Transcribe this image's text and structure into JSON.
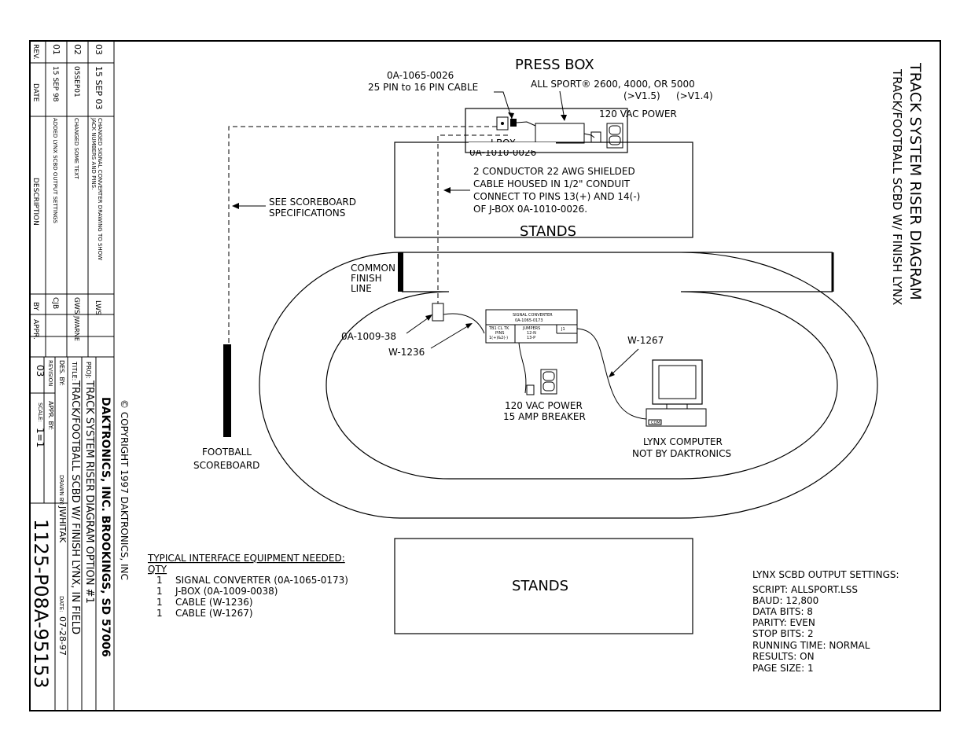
{
  "title_block": {
    "title": "TRACK SYSTEM RISER DIAGRAM",
    "subtitle": "TRACK/FOOTBALL SCBD W/ FINISH LYNX"
  },
  "revisions": {
    "headers": {
      "rev": "REV.",
      "date": "DATE",
      "description": "DESCRIPTION",
      "by": "BY",
      "appr": "APPR."
    },
    "rows": [
      {
        "rev": "03",
        "date": "15 SEP 03",
        "description": "CHANGED SIGNAL CONVERTER DRAWING TO SHOW",
        "description2": "JACK NUMBERS AND PINS.",
        "by": "LWS",
        "appr": ""
      },
      {
        "rev": "02",
        "date": "05SEP01",
        "description": "CHANGED SOME TEXT",
        "description2": "",
        "by": "GWS",
        "appr": "JWARNE"
      },
      {
        "rev": "01",
        "date": "15 SEP 98",
        "description": "ADDED LYNX SCBD OUTPUT SETTINGS",
        "description2": "",
        "by": "CJB",
        "appr": ""
      }
    ]
  },
  "company_block": {
    "company": "DAKTRONICS, INC.  BROOKINGS, SD 57006",
    "proj_label": "PROJ:",
    "proj": "TRACK SYSTEM RISER DIAGRAM OPTION #1",
    "title_label": "TITLE:",
    "title": "TRACK/FOOTBALL SCBD W/ FINISH LYNX, IN FIELD",
    "des_label": "DES. BY:",
    "drawn_label": "DRAWN BY:",
    "drawn": "JWHITAK",
    "date_label": "DATE:",
    "date": "07-28-97",
    "revision_label": "REVISION",
    "revision": "03",
    "appr_label": "APPR. BY:",
    "scale_label": "SCALE:",
    "scale": "1=1",
    "drawing_number": "1125-P08A-95153",
    "copyright": "© COPYRIGHT 1997 DAKTRONICS, INC"
  },
  "labels": {
    "press_box": "PRESS BOX",
    "cable_part": "0A-1065-0026",
    "cable_desc": "25 PIN to 16 PIN CABLE",
    "allsport": "ALL SPORT® 2600, 4000, OR 5000",
    "ver1": "(>V1.5)",
    "ver2": "(>V1.4)",
    "power1": "120 VAC POWER",
    "jbox": "J-BOX",
    "jbox_part": "0A-1010-0026",
    "conductor_1": "2 CONDUCTOR 22 AWG SHIELDED",
    "conductor_2": "CABLE HOUSED IN 1/2\" CONDUIT",
    "conductor_3": "CONNECT TO PINS 13(+) AND 14(-)",
    "conductor_4": "OF J-BOX 0A-1010-0026.",
    "stands_top": "STANDS",
    "stands_bottom": "STANDS",
    "see_scbd_1": "SEE SCOREBOARD",
    "see_scbd_2": "SPECIFICATIONS",
    "finish_1": "COMMON",
    "finish_2": "FINISH",
    "finish_3": "LINE",
    "part_1009": "0A-1009-38",
    "w1236": "W-1236",
    "w1267": "W-1267",
    "sc_title": "SIGNAL CONVERTER",
    "sc_part": "0A-1065-0173",
    "sc_tb": "TB1 CL TK",
    "sc_pins": "PINS",
    "sc_pinvals": "1(+)&2(-)",
    "sc_jumpers": "JUMPERS",
    "sc_j1": "12-N",
    "sc_j2": "13-P",
    "sc_jack": "J1",
    "power2_1": "120 VAC POWER",
    "power2_2": "15 AMP BREAKER",
    "com": "COM",
    "lynx_1": "LYNX COMPUTER",
    "lynx_2": "NOT BY DAKTRONICS",
    "football_1": "FOOTBALL",
    "football_2": "SCOREBOARD"
  },
  "equipment": {
    "heading": "TYPICAL INTERFACE EQUIPMENT NEEDED:",
    "qty_header": "QTY",
    "items": [
      {
        "qty": "1",
        "desc": "SIGNAL CONVERTER (0A-1065-0173)"
      },
      {
        "qty": "1",
        "desc": "J-BOX (0A-1009-0038)"
      },
      {
        "qty": "1",
        "desc": "CABLE (W-1236)"
      },
      {
        "qty": "1",
        "desc": "CABLE (W-1267)"
      }
    ]
  },
  "settings": {
    "heading": "LYNX SCBD OUTPUT SETTINGS:",
    "lines": [
      "SCRIPT: ALLSPORT.LSS",
      "BAUD: 12,800",
      "DATA BITS: 8",
      "PARITY: EVEN",
      "STOP BITS: 2",
      "RUNNING TIME: NORMAL",
      "RESULTS: ON",
      "PAGE SIZE: 1"
    ]
  }
}
